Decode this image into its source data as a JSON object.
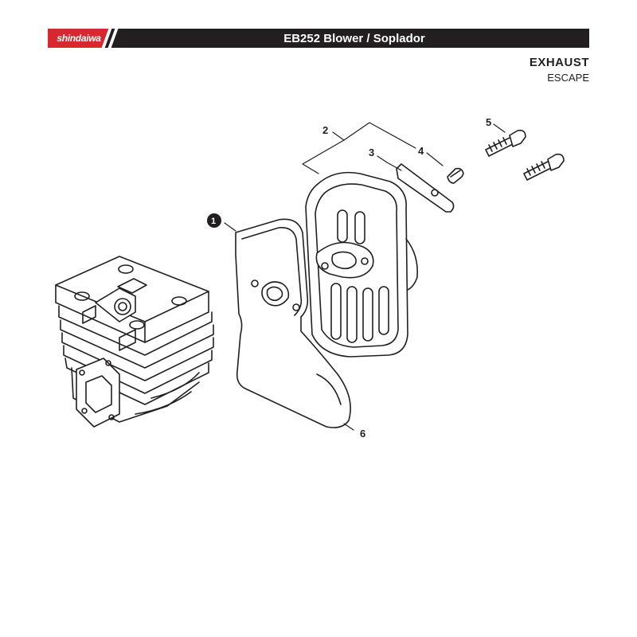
{
  "header": {
    "brand": "shindaiwa",
    "title": "EB252 Blower / Soplador",
    "brand_color": "#d7272f",
    "bar_color": "#231f20"
  },
  "section": {
    "title": "EXHAUST",
    "subtitle": "ESCAPE"
  },
  "callouts": {
    "c1": "1",
    "c2": "2",
    "c3": "3",
    "c4": "4",
    "c5": "5",
    "c6": "6"
  }
}
